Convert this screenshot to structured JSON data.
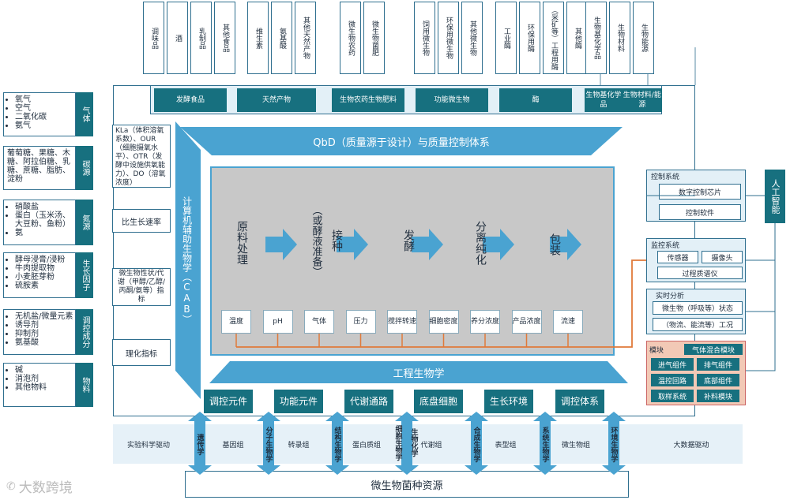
{
  "top_products": [
    "调味品",
    "酒",
    "乳制品",
    "其他食品",
    "维生素",
    "氨基酸",
    "其他天然产物",
    "微生物农药",
    "微生物菌肥",
    "饲用微生物",
    "环保用微生物",
    "其他微生物",
    "工业酶",
    "环保用酶",
    "（采矿等）工程用酶",
    "其他酶",
    "生物基化学品",
    "生物材料",
    "生物能源"
  ],
  "categories": [
    "发酵食品",
    "天然产物",
    "生物农药 生物肥料",
    "功能微生物",
    "酶",
    "生物基化学品 生物材料/能源"
  ],
  "left_groups": [
    {
      "label": "气体",
      "items": [
        "氧气",
        "空气",
        "二氧化碳",
        "氨气"
      ]
    },
    {
      "label": "碳源",
      "items": [
        "葡萄糖、果糖、木糖、阿拉伯糖、乳糖、蔗糖、脂肪、淀粉"
      ]
    },
    {
      "label": "氮源",
      "items": [
        "硝酸盐",
        "蛋白（玉米汤、大豆粉、鱼粉）",
        "氨"
      ]
    },
    {
      "label": "生长因子",
      "items": [
        "酵母浸膏/浸粉",
        "牛肉提取物",
        "小麦胚芽粉",
        "硫胺素"
      ]
    },
    {
      "label": "调控成分",
      "items": [
        "无机盐/微量元素",
        "诱导剂",
        "抑制剂",
        "氨基酸"
      ]
    },
    {
      "label": "物料",
      "items": [
        "碱",
        "消泡剂",
        "其他物料"
      ]
    }
  ],
  "left_params": {
    "kla": "KLa（体积溶氧系数）、OUR（细胞摄氧水平）、OTR（发酵中设施供氧能力）、DO（溶氧浓度）",
    "growth": "比生长速率",
    "traits": "微生物性状/代谢（甲醇/乙醇/丙酮/氨等）指标",
    "phys": "理化指标"
  },
  "cab": "计算机辅助生物学（CAB）",
  "qbd": "QbD（质量源于设计）与质量控制体系",
  "process_steps": [
    "原料处理",
    "（或酵液准备）",
    "接种",
    "发酵",
    "分离纯化",
    "包装"
  ],
  "sensors": [
    "温度",
    "pH",
    "气体",
    "压力",
    "搅拌转速",
    "细胞密度",
    "养分浓度",
    "产品浓度",
    "流速"
  ],
  "eng_bio": "工程生物学",
  "eng_items": [
    "调控元件",
    "功能元件",
    "代谢通路",
    "底盘细胞",
    "生长环境",
    "调控体系"
  ],
  "bottom_labels": [
    "实验科学驱动",
    "基因组",
    "转录组",
    "蛋白质组",
    "代谢组",
    "表型组",
    "微生物组",
    "大数据驱动"
  ],
  "arrow_labels": [
    "遗传学",
    "分子生物学",
    "结构生物学",
    "细胞生物学",
    "生物化学",
    "合成生物学",
    "系统生物学",
    "环境生物学"
  ],
  "resource": "微生物菌种资源",
  "control": {
    "title": "控制系统",
    "items": [
      "数字控制芯片",
      "控制软件"
    ]
  },
  "monitor": {
    "title": "监控系统",
    "items": [
      "传感器",
      "摄像头",
      "过程质谱仪"
    ]
  },
  "realtime": {
    "title": "实时分析",
    "items": [
      "微生物（呼吸等）状态",
      "（物流、能流等）工况"
    ]
  },
  "modules": {
    "title": "模块",
    "items": [
      "气体混合模块",
      "进气组件",
      "排气组件",
      "温控回路",
      "底部组件",
      "取样系统",
      "补料模块"
    ]
  },
  "ai": "人工智能",
  "watermark": "大数跨境"
}
